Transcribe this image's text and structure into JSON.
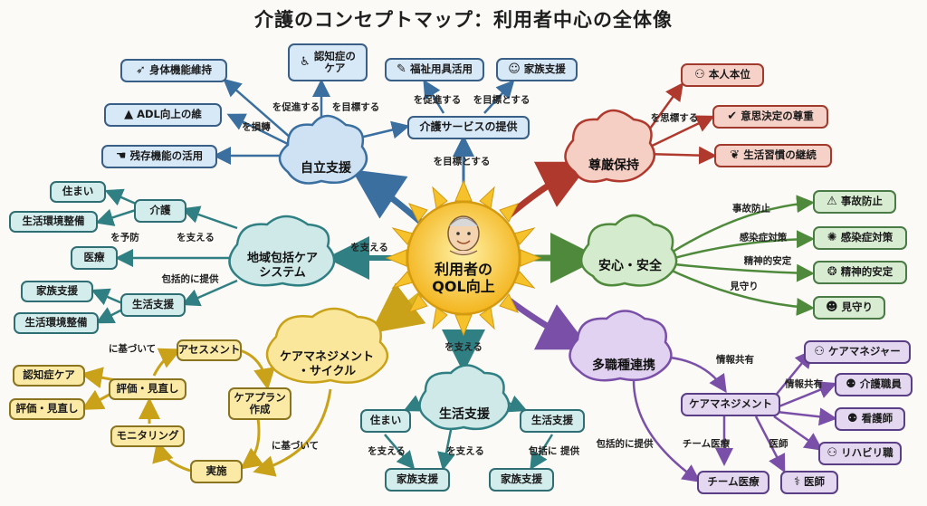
{
  "title": "介護のコンセプトマップ：利用者中心の全体像",
  "center": {
    "line1": "利用者の",
    "line2": "QOL向上"
  },
  "hubs": {
    "jiritsu": "自立支援",
    "songen": "尊厳保持",
    "anshin": "安心・安全",
    "tashokushu": "多職種連携",
    "seikatsu": "生活支援",
    "caremanagement_line1": "ケアマネジメント",
    "caremanagement_line2": "・サイクル",
    "chiiki_line1": "地域包括ケア",
    "chiiki_line2": "システム",
    "kaigo_service": "介護サービスの提供"
  },
  "nodes": {
    "shintai": "身体機能維持",
    "adl": "ADL向上の維",
    "zanzon": "残存機能の活用",
    "ninchi_line1": "認知症の",
    "ninchi_line2": "ケア",
    "fukushi": "福祉用具活用",
    "kazoku_top": "家族支援",
    "honnin": "本人本位",
    "ishi": "意思決定の尊重",
    "seikatsu_keizoku": "生活習慣の継続",
    "jiko": "事故防止",
    "kansen": "感染症対策",
    "seishin": "精神的安定",
    "mimamori": "見守り",
    "sumai_left": "住まい",
    "kaigo_left": "介護",
    "seikatsu_kankyo_1": "生活環境整備",
    "iryo": "医療",
    "kazoku_left": "家族支援",
    "seikatsu_left": "生活支援",
    "seikatsu_kankyo_2": "生活環境整備",
    "assessment": "アセスメント",
    "careplan_line1": "ケアプラン",
    "careplan_line2": "作成",
    "jisshi": "実施",
    "monitoring": "モニタリング",
    "hyoka_mid": "評価・見直し",
    "ninchi_care": "認知症ケア",
    "hyoka_left": "評価・見直し",
    "sumai_bottom": "住まい",
    "seikatsu_bottom": "生活支援",
    "kazoku_b1": "家族支援",
    "kazoku_b2": "家族支援",
    "caremanagement_node": "ケアマネジメント",
    "caremanager": "ケアマネジャー",
    "kaigo_shokuin": "介護職員",
    "kangoshi": "看護師",
    "rehab": "リハビリ職",
    "team_iryo": "チーム医療",
    "ishi_doctor": "医師"
  },
  "labels": {
    "wo_sokushin_1": "を促進する",
    "wo_mokuhyo_1": "を目標する",
    "wo_sonkai": "を損轉",
    "wo_sokushin_2": "を促進する",
    "wo_mokuhyo_2": "を目標とする",
    "wo_mokuhyo_center": "を目標とする",
    "wo_shiomu": "を思標する",
    "jiko_lbl": "事故防止",
    "kansen_lbl": "感染症対策",
    "seishin_lbl": "精神的安定",
    "mimamori_lbl": "見守り",
    "wo_sasaeru_center": "を支える",
    "wo_yobo": "を予防",
    "wo_sasaeru_left": "を支える",
    "hokatsu_left": "包括的に提供",
    "ni_motozuite_1": "に基づいて",
    "ni_motozuite_2": "に基づいて",
    "wo_sasaeru_bottom": "を支える",
    "wo_sasaeru_b1": "を支える",
    "wo_sasaeru_b2": "を支える",
    "hokatsu_b": "包括に 提供",
    "hokatsu_right": "包括的に提供",
    "joho_1": "情報共有",
    "joho_2": "情報共有",
    "team_lbl": "チーム医療",
    "ishi_lbl": "医師"
  },
  "colors": {
    "blue": "#3a6fa0",
    "red": "#b0392e",
    "green": "#4f8a3c",
    "teal": "#2f7f83",
    "yellow": "#d8b420",
    "purple": "#7a4fa8",
    "sun": "#f6c22b"
  },
  "icons": [
    "wheelchair-icon",
    "pen-icon",
    "family-icon",
    "person-icon",
    "shield-icon",
    "warning-icon",
    "virus-icon",
    "brain-icon",
    "heart-hands-icon",
    "cycle-icon",
    "house-icon",
    "doctor-icon",
    "nurse-icon"
  ]
}
